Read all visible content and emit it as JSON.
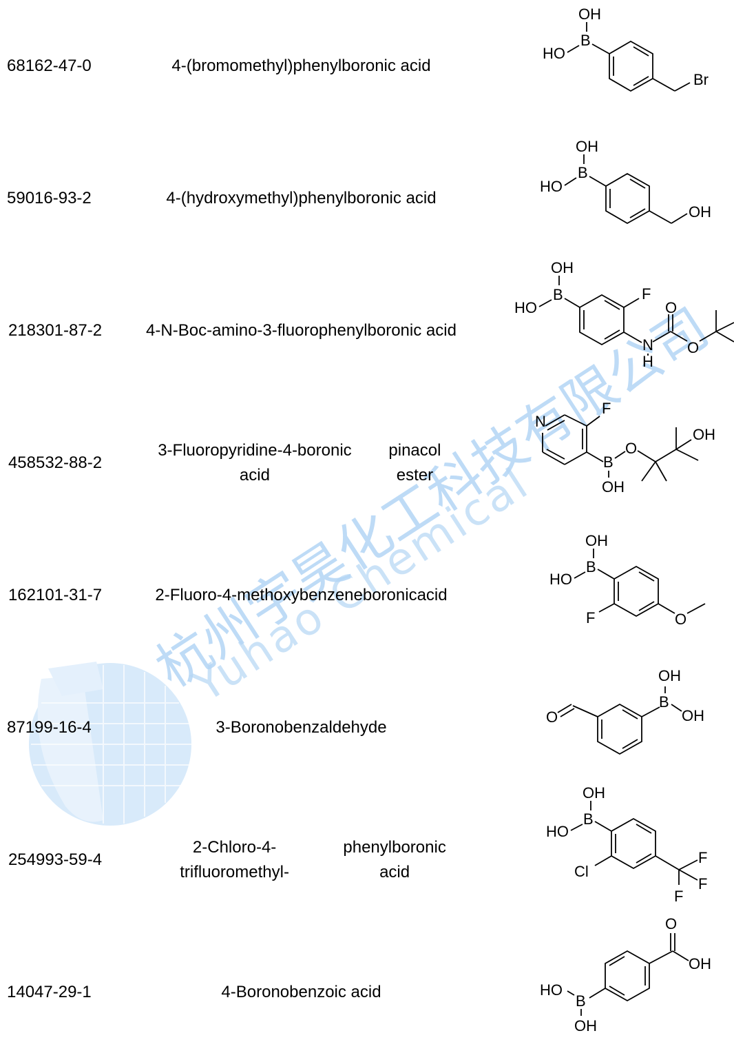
{
  "rows": [
    {
      "cas": "68162-47-0",
      "name": [
        "4-(bromomethyl)phenylboronic acid"
      ]
    },
    {
      "cas": "59016-93-2",
      "name": [
        "4-(hydroxymethyl)phenylboronic acid"
      ]
    },
    {
      "cas": "218301-87-2",
      "name": [
        "4-N-Boc-amino-3-",
        "fluorophenylboronic acid"
      ]
    },
    {
      "cas": "458532-88-2",
      "name": [
        "3-Fluoropyridine-4-boronic acid",
        "pinacol ester"
      ]
    },
    {
      "cas": "162101-31-7",
      "name": [
        "2-Fluoro-4-methoxybenzeneboronic",
        "acid"
      ]
    },
    {
      "cas": "87199-16-4",
      "name": [
        "3-Boronobenzaldehyde"
      ]
    },
    {
      "cas": "254993-59-4",
      "name": [
        "2-Chloro-4-trifluoromethyl-",
        "phenylboronic acid"
      ]
    },
    {
      "cas": "14047-29-1",
      "name": [
        "4-Boronobenzoic acid"
      ]
    }
  ],
  "watermark": {
    "cn": "杭州宇昊化工科技有限公司",
    "en": "Yuhao Chemical",
    "color": "#9fc9f2"
  },
  "labels": {
    "oh": "OH",
    "ho": "HO",
    "b": "B",
    "br": "Br",
    "f": "F",
    "o": "O",
    "n": "N",
    "h": "H",
    "cl": "Cl"
  }
}
